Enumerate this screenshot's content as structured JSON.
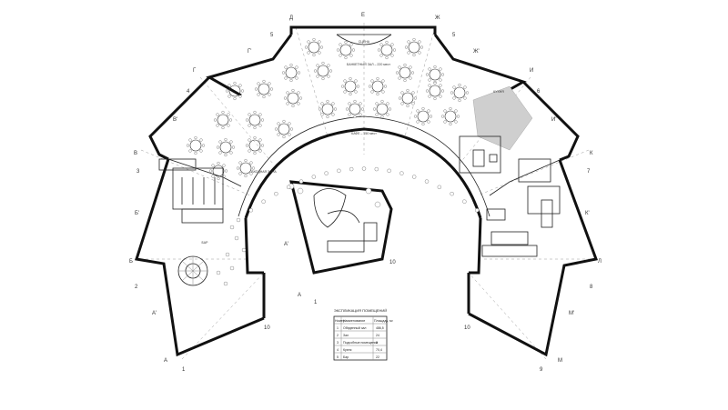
{
  "axes_top": [
    "Д",
    "Е",
    "Ж"
  ],
  "axes_numbers": [
    "5",
    "5"
  ],
  "axes_left": [
    "Г'",
    "Г",
    "4",
    "В'",
    "В",
    "3",
    "Б'",
    "Б",
    "2",
    "А'",
    "А",
    "1"
  ],
  "axes_right": [
    "Ж'",
    "И",
    "6",
    "И'",
    "К",
    "7",
    "К'",
    "Л",
    "8",
    "М'",
    "М",
    "9"
  ],
  "axes_inner": [
    "10",
    "10",
    "10",
    "А'",
    "А",
    "1"
  ],
  "rooms": {
    "banquet": "БАНКЕТНЫЙ ЗАЛ – 220 мест",
    "cafe": "КАФЕ – 150 мест",
    "bar": "БАР",
    "lobby": "ВХОДНАЯ ЗОНА",
    "kitchen": "КУХНЯ",
    "stage": "СЦЕНА"
  },
  "spec_table": {
    "title": "ЭКСПЛИКАЦИЯ ПОМЕЩЕНИЙ",
    "headers": [
      "Номер",
      "Наименование",
      "Площадь, м²"
    ],
    "rows": [
      [
        "1",
        "Обеденный зал",
        "486,5"
      ],
      [
        "2",
        "Зал",
        "24"
      ],
      [
        "3",
        "Подсобные помещения",
        "2"
      ],
      [
        "4",
        "Кухня",
        "70,4"
      ],
      [
        "5",
        "Бар",
        "22"
      ]
    ]
  }
}
